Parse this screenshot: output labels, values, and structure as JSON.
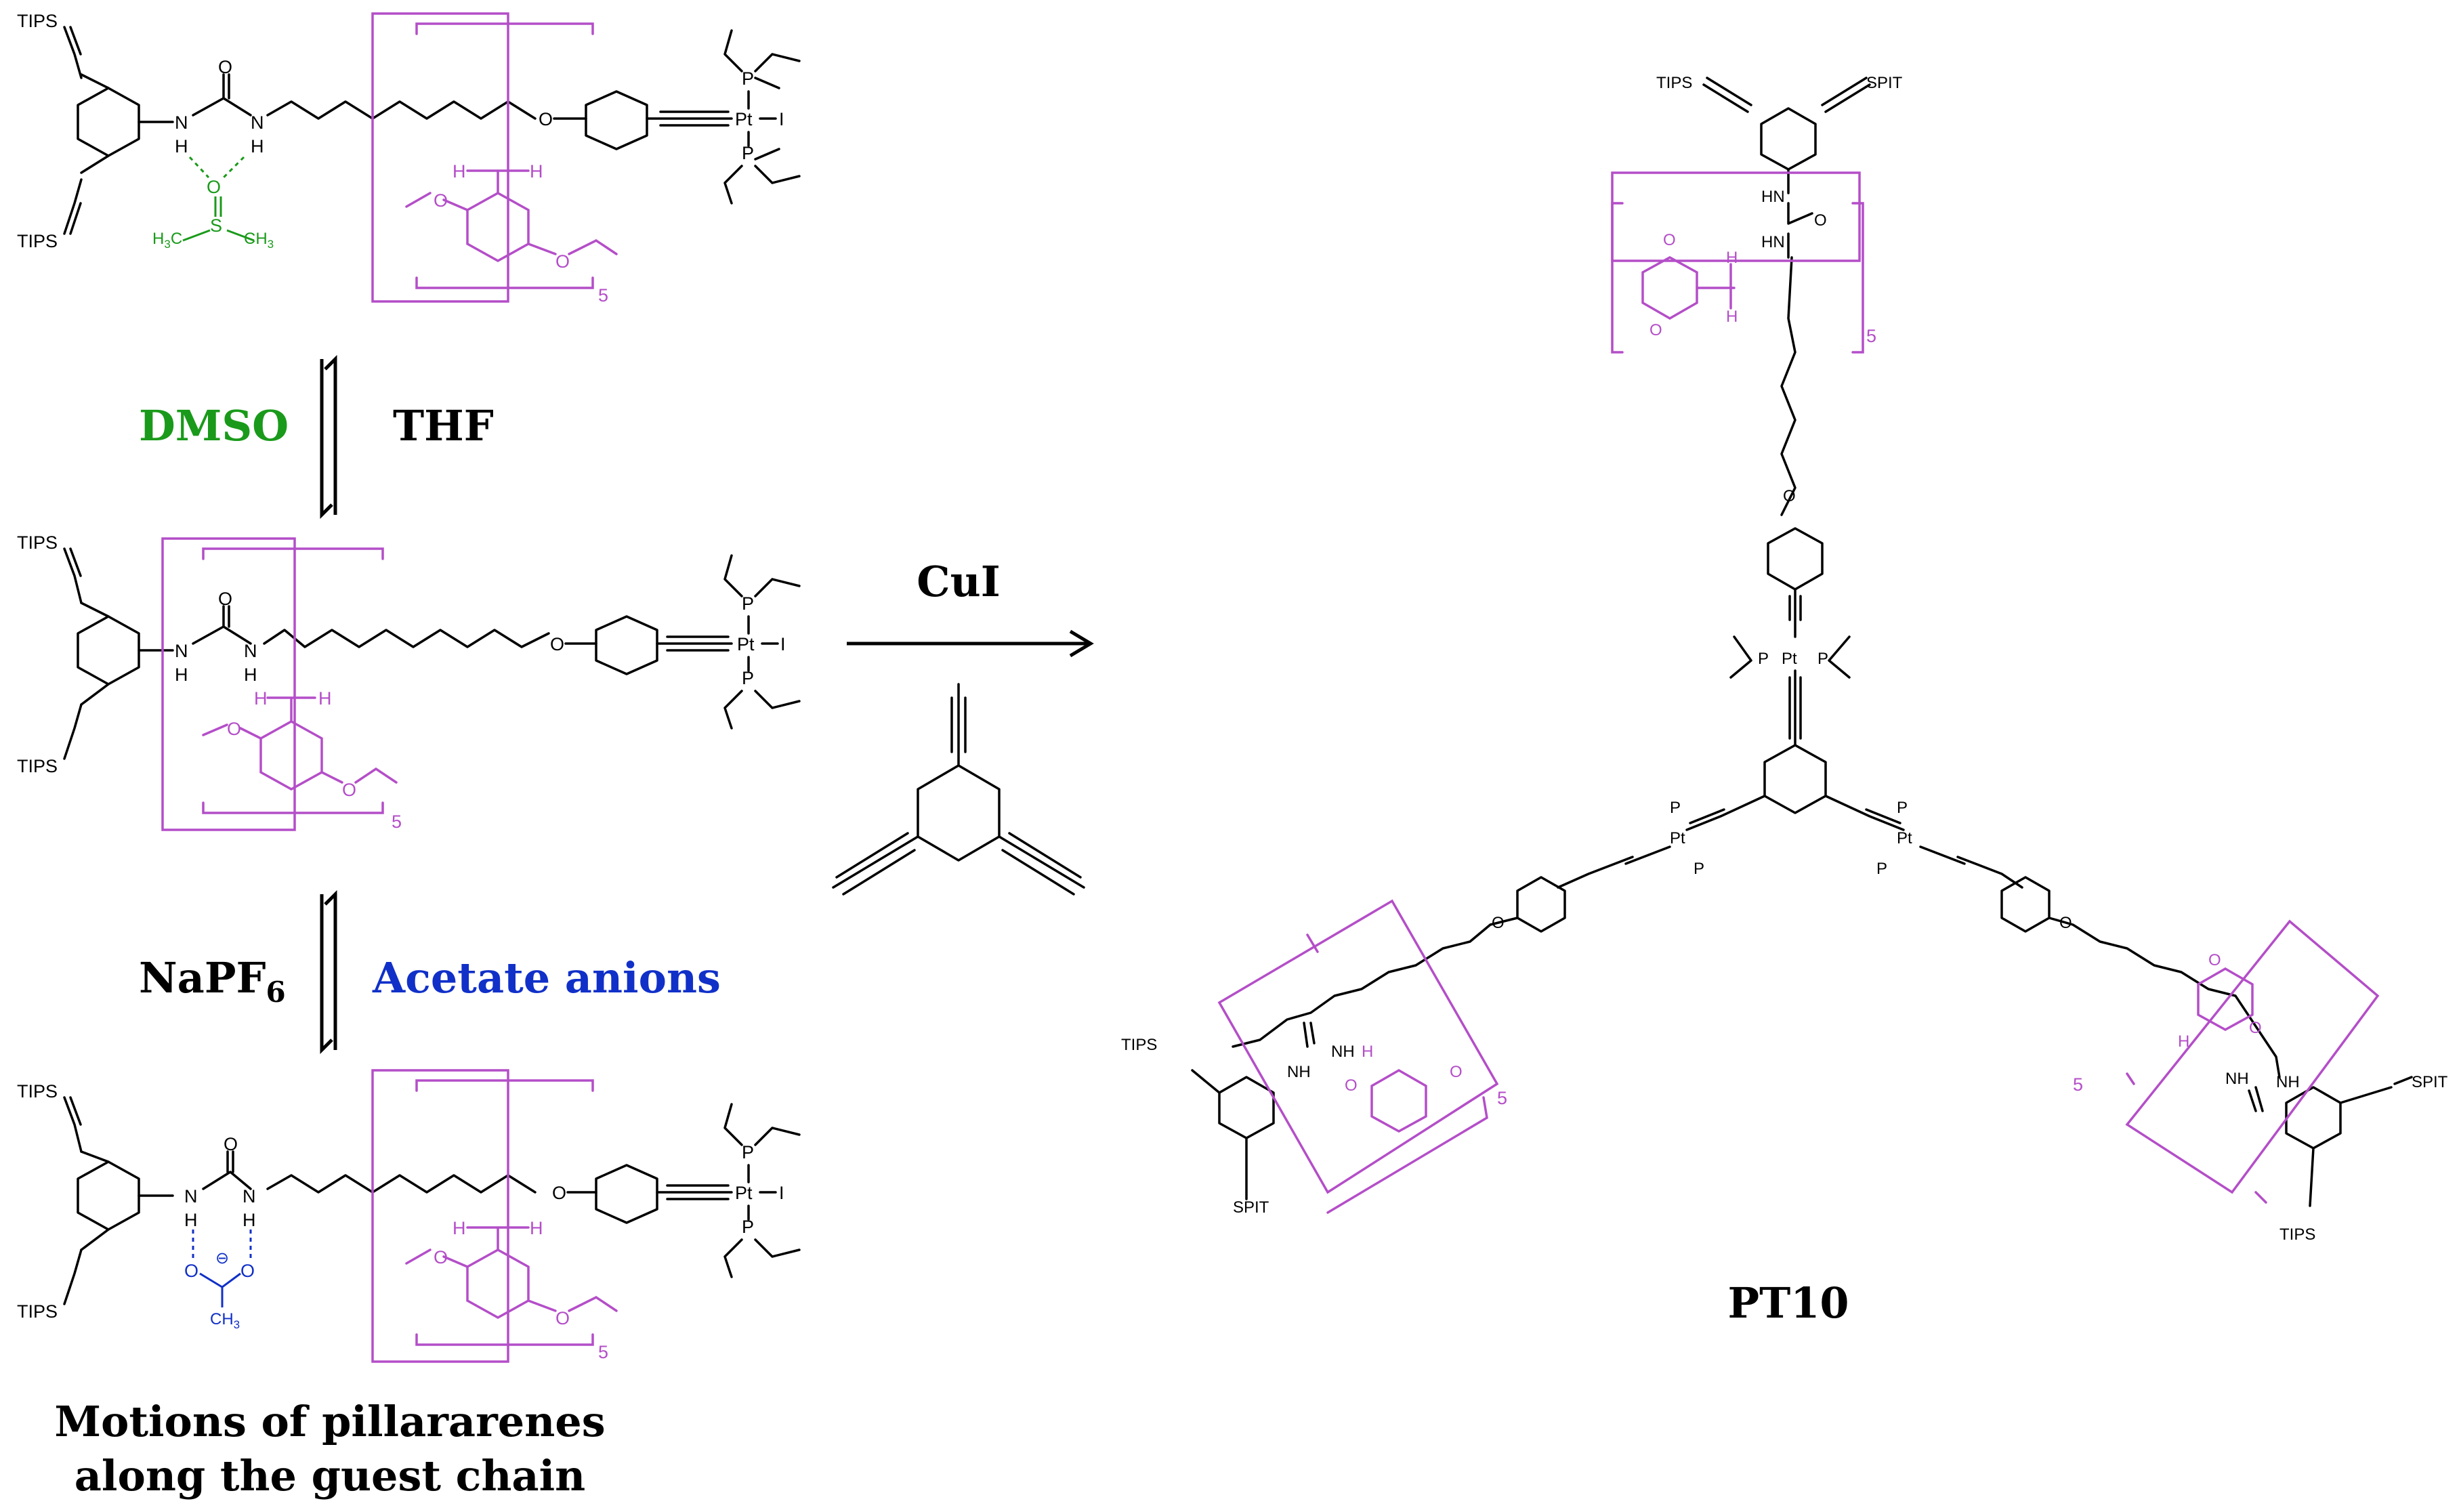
{
  "colors": {
    "dmso_green": "#1a9a1a",
    "acetate_blue": "#1030c8",
    "pillararene_magenta": "#b44ec8",
    "structure_black": "#000000"
  },
  "labels": {
    "tips": "TIPS",
    "spit": "SPIT",
    "nh": "NH",
    "hn": "HN",
    "n": "N",
    "h": "H",
    "o": "O",
    "p": "P",
    "pt": "Pt",
    "i": "I",
    "s": "S",
    "ch3": "CH",
    "ch3_sub": "3",
    "h3c": "H",
    "h3c_sub": "3",
    "h3c_c": "C",
    "charge": "⊖",
    "repeat": "5"
  },
  "conditions": {
    "dmso": "DMSO",
    "thf": "THF",
    "napf6_main": "NaPF",
    "napf6_sub": "6",
    "acetate": "Acetate anions",
    "cui": "CuI"
  },
  "captions": {
    "motions_line1": "Motions of pillararenes",
    "motions_line2": "along the guest chain",
    "product": "PT10"
  }
}
